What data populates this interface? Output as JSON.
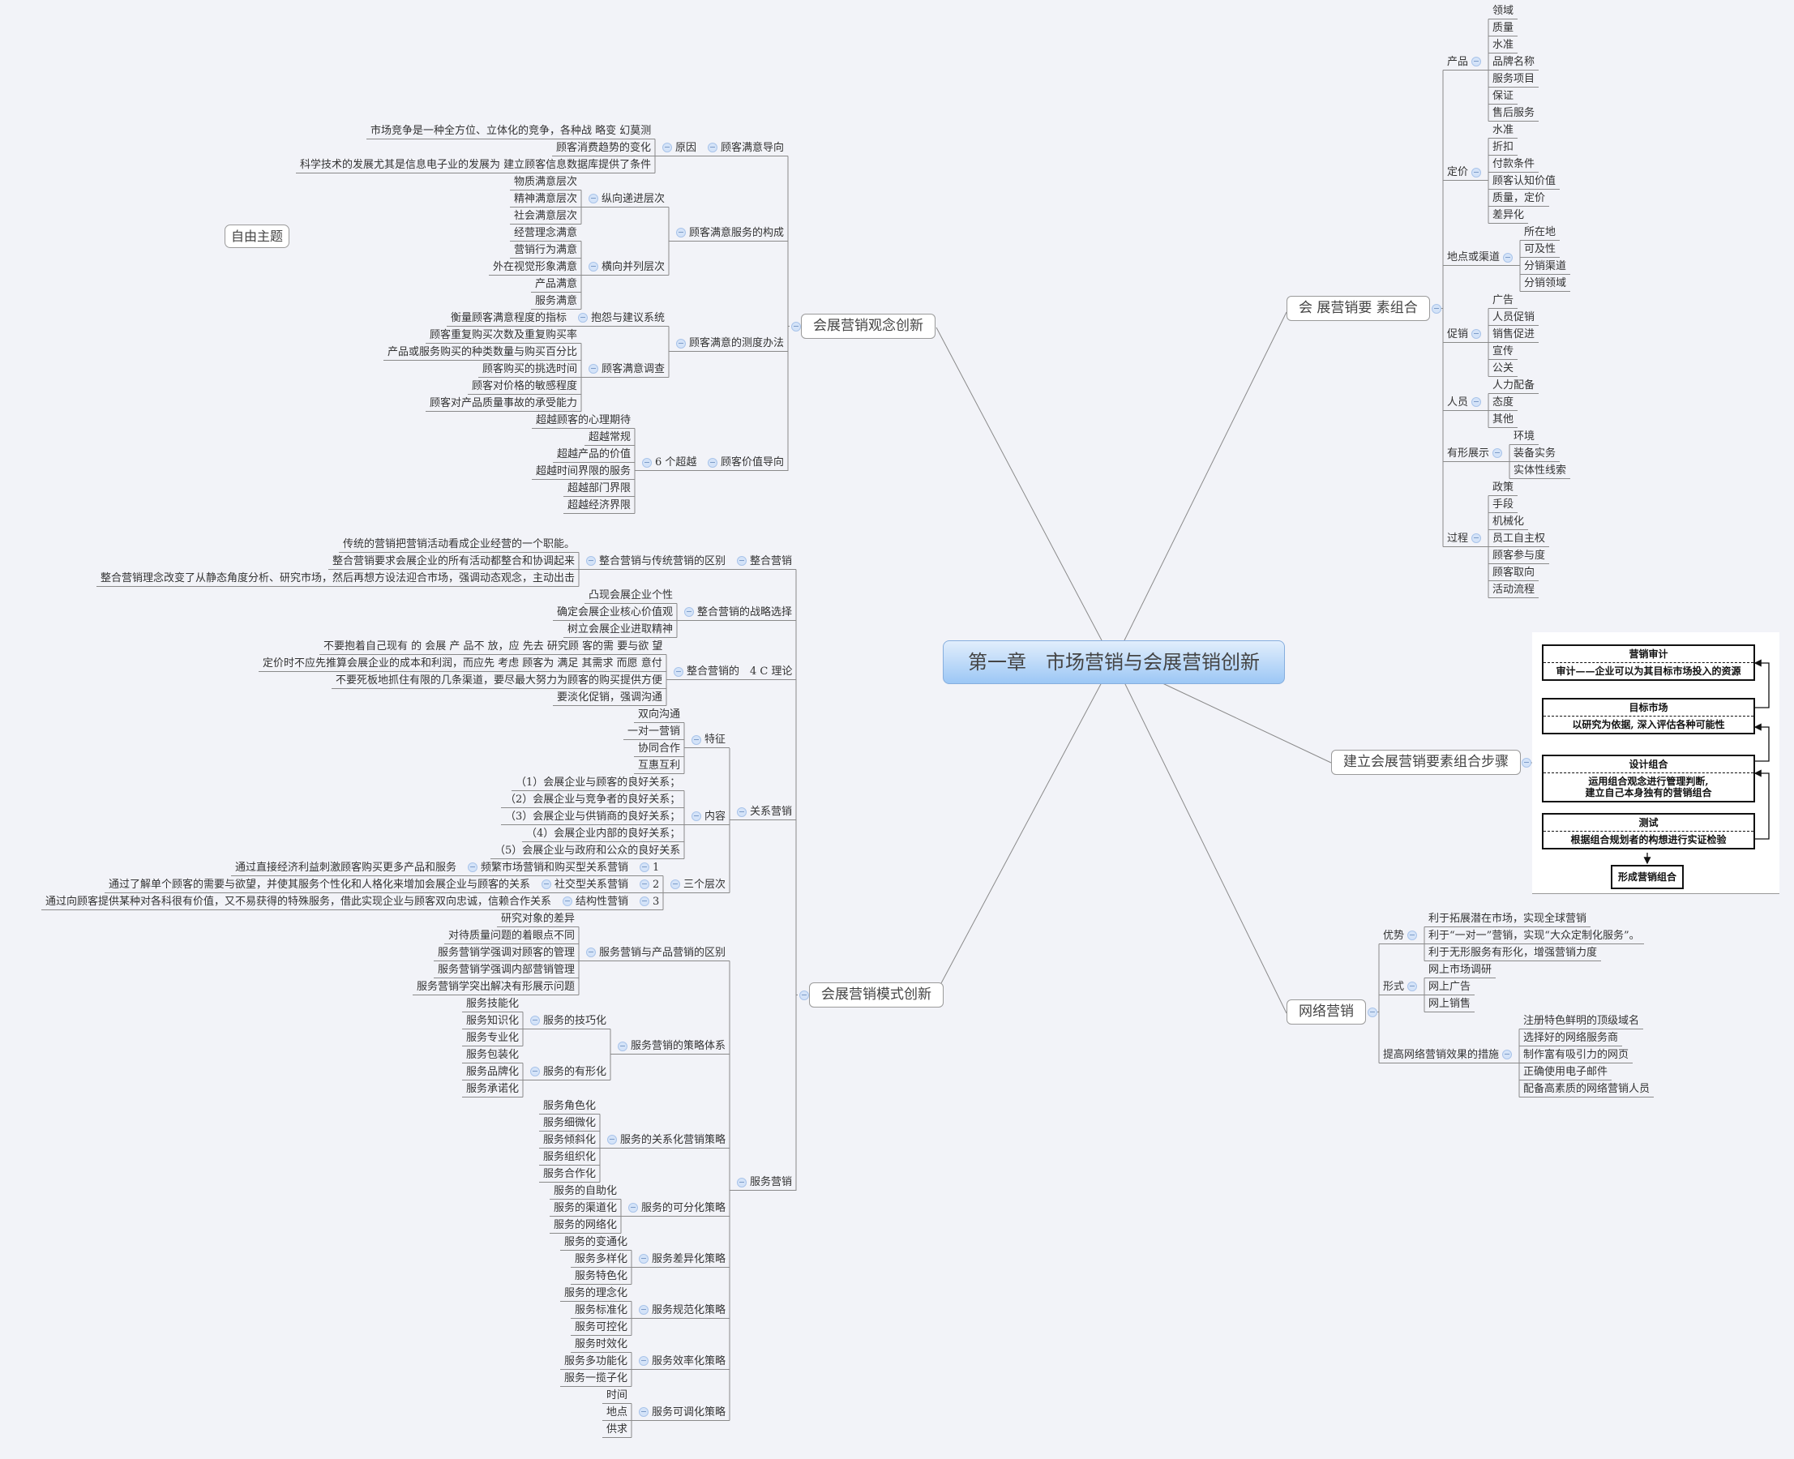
{
  "central_topic": "第一章　市场营销与会展营销创新",
  "floating_topic": "自由主题",
  "colors": {
    "background": "#f2f3f8",
    "central_top": "#e2eefc",
    "central_bottom": "#9cc7f5",
    "line": "#8a8a8a",
    "collapse_icon": "#d4e3f8"
  },
  "branches": {
    "concept": {
      "label": "会展营销观念创新",
      "children": [
        {
          "label": "顾客满意导向",
          "children": [
            {
              "label": "原因",
              "children": [
                {
                  "label": "市场竞争是一种全方位、立体化的竞争，各种战 略变 幻莫测"
                },
                {
                  "label": "顾客消费趋势的变化"
                },
                {
                  "label": "科学技术的发展尤其是信息电子业的发展为 建立顾客信息数据库提供了条件"
                }
              ]
            }
          ]
        },
        {
          "label": "顾客满意服务的构成",
          "children": [
            {
              "label": "纵向递进层次",
              "children": [
                {
                  "label": "物质满意层次"
                },
                {
                  "label": "精神满意层次"
                },
                {
                  "label": "社会满意层次"
                }
              ]
            },
            {
              "label": "横向并列层次",
              "children": [
                {
                  "label": "经营理念满意"
                },
                {
                  "label": "营销行为满意"
                },
                {
                  "label": "外在视觉形象满意"
                },
                {
                  "label": "产品满意"
                },
                {
                  "label": "服务满意"
                }
              ]
            }
          ]
        },
        {
          "label": "顾客满意的测度办法",
          "children": [
            {
              "label": "抱怨与建议系统",
              "children": [
                {
                  "label": "衡量顾客满意程度的指标"
                }
              ]
            },
            {
              "label": "顾客满意调查",
              "children": [
                {
                  "label": "顾客重复购买次数及重复购买率"
                },
                {
                  "label": "产品或服务购买的种类数量与购买百分比"
                },
                {
                  "label": "顾客购买的挑选时间"
                },
                {
                  "label": "顾客对价格的敏感程度"
                },
                {
                  "label": "顾客对产品质量事故的承受能力"
                }
              ]
            }
          ]
        },
        {
          "label": "顾客价值导向",
          "children": [
            {
              "label": "6 个超越",
              "children": [
                {
                  "label": "超越顾客的心理期待"
                },
                {
                  "label": "超越常规"
                },
                {
                  "label": "超越产品的价值"
                },
                {
                  "label": "超越时间界限的服务"
                },
                {
                  "label": "超越部门界限"
                },
                {
                  "label": "超越经济界限"
                }
              ]
            }
          ]
        }
      ]
    },
    "mode": {
      "label": "会展营销模式创新",
      "children": [
        {
          "label": "整合营销",
          "children": [
            {
              "label": "整合营销与传统营销的区别",
              "children": [
                {
                  "label": "传统的营销把营销活动看成企业经营的一个职能。"
                },
                {
                  "label": "整合营销要求会展企业的所有活动都整合和协调起来"
                },
                {
                  "label": "整合营销理念改变了从静态角度分析、研究市场，然后再想方设法迎合市场，强调动态观念，主动出击"
                }
              ]
            }
          ]
        },
        {
          "label": "整合营销的战略选择",
          "children": [
            {
              "label": "凸现会展企业个性"
            },
            {
              "label": "确定会展企业核心价值观"
            },
            {
              "label": "树立会展企业进取精神"
            }
          ]
        },
        {
          "label": "整合营销的　4 C 理论",
          "children": [
            {
              "label": "不要抱着自己现有 的 会展 产 品不 放，应 先去 研究顾 客的需 要与欲 望"
            },
            {
              "label": "定价时不应先推算会展企业的成本和利润，而应先 考虑 顾客为 满足 其需求 而愿 意付"
            },
            {
              "label": "不要死板地抓住有限的几条渠道，要尽最大努力为顾客的购买提供方便"
            },
            {
              "label": "要淡化促销，强调沟通"
            }
          ]
        },
        {
          "label": "关系营销",
          "children": [
            {
              "label": "特征",
              "children": [
                {
                  "label": "双向沟通"
                },
                {
                  "label": "一对一营销"
                },
                {
                  "label": "协同合作"
                },
                {
                  "label": "互惠互利"
                }
              ]
            },
            {
              "label": "内容",
              "children": [
                {
                  "label": "（1）会展企业与顾客的良好关系；"
                },
                {
                  "label": "（2）会展企业与竞争者的良好关系；"
                },
                {
                  "label": "（3）会展企业与供销商的良好关系；"
                },
                {
                  "label": "（4）会展企业内部的良好关系；"
                },
                {
                  "label": "（5）会展企业与政府和公众的良好关系"
                }
              ]
            },
            {
              "label": "三个层次",
              "children": [
                {
                  "label": "1",
                  "children": [
                    {
                      "label": "频繁市场营销和购买型关系营销",
                      "children": [
                        {
                          "label": "通过直接经济利益刺激顾客购买更多产品和服务"
                        }
                      ]
                    }
                  ]
                },
                {
                  "label": "2",
                  "children": [
                    {
                      "label": "社交型关系营销",
                      "children": [
                        {
                          "label": "通过了解单个顾客的需要与欲望，并使其服务个性化和人格化来增加会展企业与顾客的关系"
                        }
                      ]
                    }
                  ]
                },
                {
                  "label": "3",
                  "children": [
                    {
                      "label": "结构性营销",
                      "children": [
                        {
                          "label": "通过向顾客提供某种对各科很有价值，又不易获得的特殊服务，借此实现企业与顾客双向忠诚，信赖合作关系"
                        }
                      ]
                    }
                  ]
                }
              ]
            }
          ]
        },
        {
          "label": "服务营销",
          "children": [
            {
              "label": "服务营销与产品营销的区别",
              "children": [
                {
                  "label": "研究对象的差异"
                },
                {
                  "label": "对待质量问题的着眼点不同"
                },
                {
                  "label": "服务营销学强调对顾客的管理"
                },
                {
                  "label": "服务营销学强调内部营销管理"
                },
                {
                  "label": "服务营销学突出解决有形展示问题"
                }
              ]
            },
            {
              "label": "服务营销的策略体系",
              "children": [
                {
                  "label": "服务的技巧化",
                  "children": [
                    {
                      "label": "服务技能化"
                    },
                    {
                      "label": "服务知识化"
                    },
                    {
                      "label": "服务专业化"
                    }
                  ]
                },
                {
                  "label": "服务的有形化",
                  "children": [
                    {
                      "label": "服务包装化"
                    },
                    {
                      "label": "服务品牌化"
                    },
                    {
                      "label": "服务承诺化"
                    }
                  ]
                }
              ]
            },
            {
              "label": "服务的关系化营销策略",
              "children": [
                {
                  "label": "服务角色化"
                },
                {
                  "label": "服务细微化"
                },
                {
                  "label": "服务倾斜化"
                },
                {
                  "label": "服务组织化"
                },
                {
                  "label": "服务合作化"
                }
              ]
            },
            {
              "label": "服务的可分化策略",
              "children": [
                {
                  "label": "服务的自助化"
                },
                {
                  "label": "服务的渠道化"
                },
                {
                  "label": "服务的网络化"
                }
              ]
            },
            {
              "label": "服务差异化策略",
              "children": [
                {
                  "label": "服务的变通化"
                },
                {
                  "label": "服务多样化"
                },
                {
                  "label": "服务特色化"
                }
              ]
            },
            {
              "label": "服务规范化策略",
              "children": [
                {
                  "label": "服务的理念化"
                },
                {
                  "label": "服务标准化"
                },
                {
                  "label": "服务可控化"
                }
              ]
            },
            {
              "label": "服务效率化策略",
              "children": [
                {
                  "label": "服务时效化"
                },
                {
                  "label": "服务多功能化"
                },
                {
                  "label": "服务一揽子化"
                }
              ]
            },
            {
              "label": "服务可调化策略",
              "children": [
                {
                  "label": "时间"
                },
                {
                  "label": "地点"
                },
                {
                  "label": "供求"
                }
              ]
            }
          ]
        }
      ]
    },
    "elements": {
      "label": "会  展营销要  素组合",
      "children": [
        {
          "label": "产品",
          "children": [
            {
              "label": "领域"
            },
            {
              "label": "质量"
            },
            {
              "label": "水准"
            },
            {
              "label": "品牌名称"
            },
            {
              "label": "服务项目"
            },
            {
              "label": "保证"
            },
            {
              "label": "售后服务"
            }
          ]
        },
        {
          "label": "定价",
          "children": [
            {
              "label": "水准"
            },
            {
              "label": "折扣"
            },
            {
              "label": "付款条件"
            },
            {
              "label": "顾客认知价值"
            },
            {
              "label": "质量，定价"
            },
            {
              "label": "差异化"
            }
          ]
        },
        {
          "label": "地点或渠道",
          "children": [
            {
              "label": "所在地"
            },
            {
              "label": "可及性"
            },
            {
              "label": "分销渠道"
            },
            {
              "label": "分销领域"
            }
          ]
        },
        {
          "label": "促销",
          "children": [
            {
              "label": "广告"
            },
            {
              "label": "人员促销"
            },
            {
              "label": "销售促进"
            },
            {
              "label": "宣传"
            },
            {
              "label": "公关"
            }
          ]
        },
        {
          "label": "人员",
          "children": [
            {
              "label": "人力配备"
            },
            {
              "label": "态度"
            },
            {
              "label": "其他"
            }
          ]
        },
        {
          "label": "有形展示",
          "children": [
            {
              "label": "环境"
            },
            {
              "label": "装备实务"
            },
            {
              "label": "实体性线索"
            }
          ]
        },
        {
          "label": "过程",
          "children": [
            {
              "label": "政策"
            },
            {
              "label": "手段"
            },
            {
              "label": "机械化"
            },
            {
              "label": "员工自主权"
            },
            {
              "label": "顾客参与度"
            },
            {
              "label": "顾客取向"
            },
            {
              "label": "活动流程"
            }
          ]
        }
      ]
    },
    "steps": {
      "label": "建立会展营销要素组合步骤",
      "diagram": {
        "steps": [
          {
            "title": "营销审计",
            "desc": [
              "审计——企业可以为其目标市场投入的资源"
            ]
          },
          {
            "title": "目标市场",
            "desc": [
              "以研究为依据, 深入评估各种可能性"
            ]
          },
          {
            "title": "设计组合",
            "desc": [
              "运用组合观念进行管理判断,",
              "建立自己本身独有的营销组合"
            ]
          },
          {
            "title": "测试",
            "desc": [
              "根据组合规划者的构想进行实证检验"
            ]
          }
        ],
        "result": "形成营销组合"
      }
    },
    "network": {
      "label": "网络营销",
      "children": [
        {
          "label": "优势",
          "children": [
            {
              "label": "利于拓展潜在市场，实现全球营销"
            },
            {
              "label": "利于“一对一”营销，实现“大众定制化服务”。"
            },
            {
              "label": "利于无形服务有形化，增强营销力度"
            }
          ]
        },
        {
          "label": "形式",
          "children": [
            {
              "label": "网上市场调研"
            },
            {
              "label": "网上广告"
            },
            {
              "label": "网上销售"
            }
          ]
        },
        {
          "label": "提高网络营销效果的措施",
          "children": [
            {
              "label": "注册特色鲜明的顶级域名"
            },
            {
              "label": "选择好的网络服务商"
            },
            {
              "label": "制作富有吸引力的网页"
            },
            {
              "label": "正确使用电子邮件"
            },
            {
              "label": "配备高素质的网络营销人员"
            }
          ]
        }
      ]
    }
  }
}
